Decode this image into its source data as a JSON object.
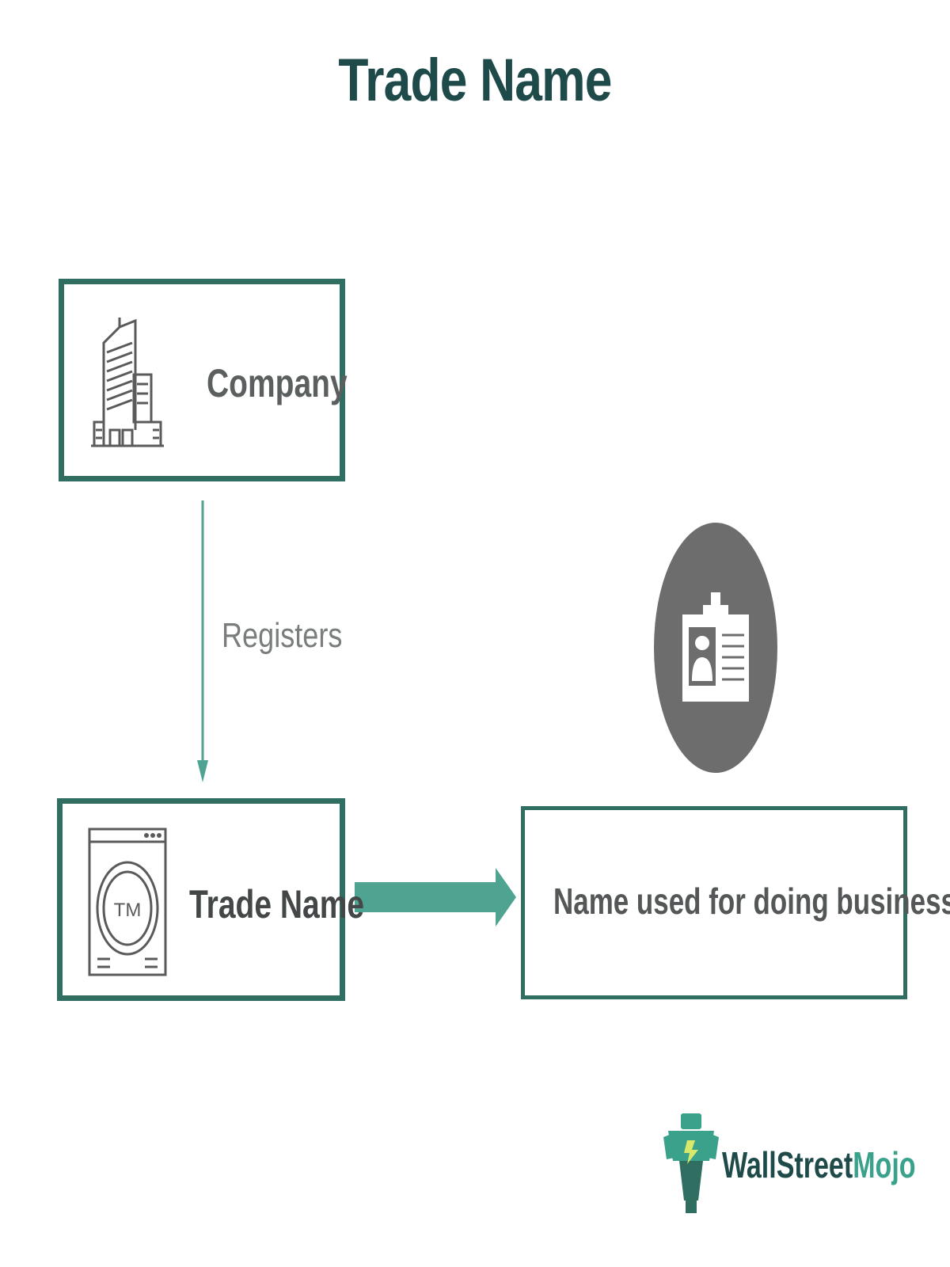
{
  "title": "Trade Name",
  "nodes": {
    "company": {
      "label": "Company",
      "icon": "building-icon"
    },
    "trade_name": {
      "label": "Trade Name",
      "icon": "trademark-icon"
    },
    "description": {
      "label": "Name used for doing business",
      "icon": "id-badge-icon"
    }
  },
  "edges": [
    {
      "from": "company",
      "to": "trade_name",
      "label": "Registers"
    },
    {
      "from": "trade_name",
      "to": "description",
      "label": ""
    }
  ],
  "logo": {
    "part1": "WallStreet",
    "part2": "Mojo"
  },
  "colors": {
    "box_border": "#2f6e60",
    "arrow": "#4fa391",
    "title": "#1f4a4a",
    "circle": "#6d6d6d"
  }
}
